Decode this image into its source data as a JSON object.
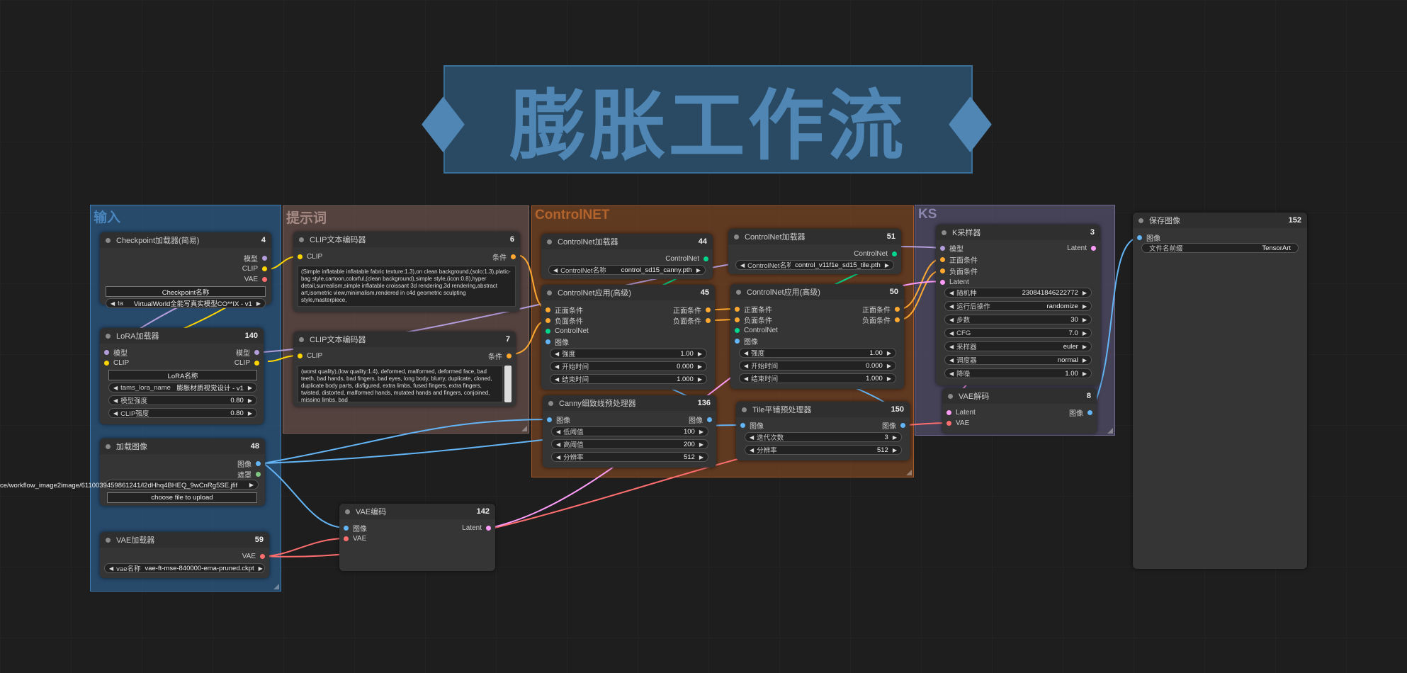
{
  "title_banner": "♦ 膨胀工作流 ♦",
  "groups": {
    "input": "输入",
    "prompt": "提示词",
    "controlnet": "ControlNET",
    "ks": "KS"
  },
  "colors": {
    "model": "#b39ddb",
    "clip": "#ffd500",
    "vae": "#ff6e6e",
    "conditioning": "#ffa931",
    "image": "#64b5f6",
    "latent": "#ff9cf9",
    "mask": "#81c784",
    "controlnet": "#00d78d"
  },
  "nodes": {
    "checkpoint": {
      "title": "Checkpoint加载器(简易)",
      "id": "4",
      "out_model": "模型",
      "out_clip": "CLIP",
      "out_vae": "VAE",
      "button": "Checkpoint名称",
      "widget_label": "ta",
      "widget_value": "VirtualWorld全能写真实模型CO**IX - v1"
    },
    "lora": {
      "title": "LoRA加载器",
      "id": "140",
      "in_model": "模型",
      "in_clip": "CLIP",
      "out_model": "模型",
      "out_clip": "CLIP",
      "button": "LoRA名称",
      "w1_label": "tams_lora_name",
      "w1_value": "膨胀材质视觉设计 - v1",
      "w2_label": "模型强度",
      "w2_value": "0.80",
      "w3_label": "CLIP强度",
      "w3_value": "0.80"
    },
    "load_image": {
      "title": "加载图像",
      "id": "48",
      "out_image": "图像",
      "out_mask": "遮罩",
      "image_path": "ce/workflow_image2image/6110039459861241/l2dHhq4BHEQ_9wCnRg5SE.jfif",
      "upload": "choose file to upload"
    },
    "vae_loader": {
      "title": "VAE加载器",
      "id": "59",
      "out_vae": "VAE",
      "w_label": "vae名称",
      "w_value": "vae-ft-mse-840000-ema-pruned.ckpt"
    },
    "clip_pos": {
      "title": "CLIP文本编码器",
      "id": "6",
      "in_clip": "CLIP",
      "out_cond": "条件",
      "text": "(Simple inflatable inflatable fabric texture:1.3),on clean background,(solo:1.3),platic-bag style,cartoon,colorful,(clean background),simple style,(icon:0.8),hyper detail,surrealism,simple inflatable croissant 3d rendering,3d rendering,abstract art,isometric view,minimalism,rendered in c4d geometric sculpting style,masterpiece,"
    },
    "clip_neg": {
      "title": "CLIP文本编码器",
      "id": "7",
      "in_clip": "CLIP",
      "out_cond": "条件",
      "text": "(worst quality),(low quality:1.4), deformed, malformed, deformed face, bad teeth, bad hands, bad fingers, bad eyes, long body, blurry, duplicate, cloned, duplicate body parts, disfigured, extra limbs, fused fingers, extra fingers, twisted, distorted, malformed hands, mutated hands and fingers, conjoined, missing limbs, bad"
    },
    "vae_encode": {
      "title": "VAE编码",
      "id": "142",
      "in_image": "图像",
      "in_vae": "VAE",
      "out_latent": "Latent"
    },
    "cn_loader_44": {
      "title": "ControlNet加载器",
      "id": "44",
      "out": "ControlNet",
      "w_label": "ControlNet名称",
      "w_value": "control_sd15_canny.pth"
    },
    "cn_apply_45": {
      "title": "ControlNet应用(高级)",
      "id": "45",
      "in_pos": "正面条件",
      "in_neg": "负面条件",
      "in_cn": "ControlNet",
      "in_image": "图像",
      "out_pos": "正面条件",
      "out_neg": "负面条件",
      "w1_label": "强度",
      "w1_value": "1.00",
      "w2_label": "开始时间",
      "w2_value": "0.000",
      "w3_label": "结束时间",
      "w3_value": "1.000"
    },
    "canny": {
      "title": "Canny细致线预处理器",
      "id": "136",
      "in_image": "图像",
      "out_image": "图像",
      "w1_label": "低阈值",
      "w1_value": "100",
      "w2_label": "高阈值",
      "w2_value": "200",
      "w3_label": "分辨率",
      "w3_value": "512"
    },
    "cn_loader_51": {
      "title": "ControlNet加载器",
      "id": "51",
      "out": "ControlNet",
      "w_label": "ControlNet名称",
      "w_value": "control_v11f1e_sd15_tile.pth"
    },
    "cn_apply_50": {
      "title": "ControlNet应用(高级)",
      "id": "50",
      "in_pos": "正面条件",
      "in_neg": "负面条件",
      "in_cn": "ControlNet",
      "in_image": "图像",
      "out_pos": "正面条件",
      "out_neg": "负面条件",
      "w1_label": "强度",
      "w1_value": "1.00",
      "w2_label": "开始时间",
      "w2_value": "0.000",
      "w3_label": "结束时间",
      "w3_value": "1.000"
    },
    "tile": {
      "title": "Tile平铺预处理器",
      "id": "150",
      "in_image": "图像",
      "out_image": "图像",
      "w1_label": "迭代次数",
      "w1_value": "3",
      "w2_label": "分辨率",
      "w2_value": "512"
    },
    "ksampler": {
      "title": "K采样器",
      "id": "3",
      "in_model": "模型",
      "in_pos": "正面条件",
      "in_neg": "负面条件",
      "in_latent": "Latent",
      "out_latent": "Latent",
      "w1_label": "随机种",
      "w1_value": "230841846222772",
      "w2_label": "运行后操作",
      "w2_value": "randomize",
      "w3_label": "步数",
      "w3_value": "30",
      "w4_label": "CFG",
      "w4_value": "7.0",
      "w5_label": "采样器",
      "w5_value": "euler",
      "w6_label": "调度器",
      "w6_value": "normal",
      "w7_label": "降噪",
      "w7_value": "1.00"
    },
    "vae_decode": {
      "title": "VAE解码",
      "id": "8",
      "in_latent": "Latent",
      "in_vae": "VAE",
      "out_image": "图像"
    },
    "save_image": {
      "title": "保存图像",
      "id": "152",
      "in_image": "图像",
      "w_label": "文件名前缀",
      "w_value": "TensorArt"
    }
  }
}
